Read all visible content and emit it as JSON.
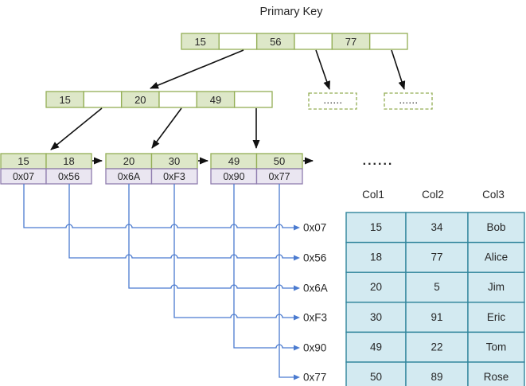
{
  "title": "Primary Key",
  "tree": {
    "root": {
      "keys": [
        "15",
        "56",
        "77"
      ]
    },
    "internal": {
      "keys": [
        "15",
        "20",
        "49"
      ]
    },
    "dashed_nodes": [
      "......",
      "......"
    ],
    "leaves": [
      {
        "keys": [
          "15",
          "18"
        ],
        "pointers": [
          "0x07",
          "0x56"
        ]
      },
      {
        "keys": [
          "20",
          "30"
        ],
        "pointers": [
          "0x6A",
          "0xF3"
        ]
      },
      {
        "keys": [
          "49",
          "50"
        ],
        "pointers": [
          "0x90",
          "0x77"
        ]
      }
    ],
    "leaf_ellipsis": "......"
  },
  "pointer_labels": [
    "0x07",
    "0x56",
    "0x6A",
    "0xF3",
    "0x90",
    "0x77"
  ],
  "table": {
    "headers": [
      "Col1",
      "Col2",
      "Col3"
    ],
    "rows": [
      [
        "15",
        "34",
        "Bob"
      ],
      [
        "18",
        "77",
        "Alice"
      ],
      [
        "20",
        "5",
        "Jim"
      ],
      [
        "30",
        "91",
        "Eric"
      ],
      [
        "49",
        "22",
        "Tom"
      ],
      [
        "50",
        "89",
        "Rose"
      ]
    ]
  },
  "colors": {
    "node_fill": "#dde7c8",
    "node_border": "#93ae55",
    "pointer_fill": "#eae6f1",
    "pointer_border": "#8f7cae",
    "table_fill": "#d3eaf1",
    "table_border": "#31859c",
    "connector_blue": "#4b7bd0",
    "arrow_black": "#111111"
  }
}
